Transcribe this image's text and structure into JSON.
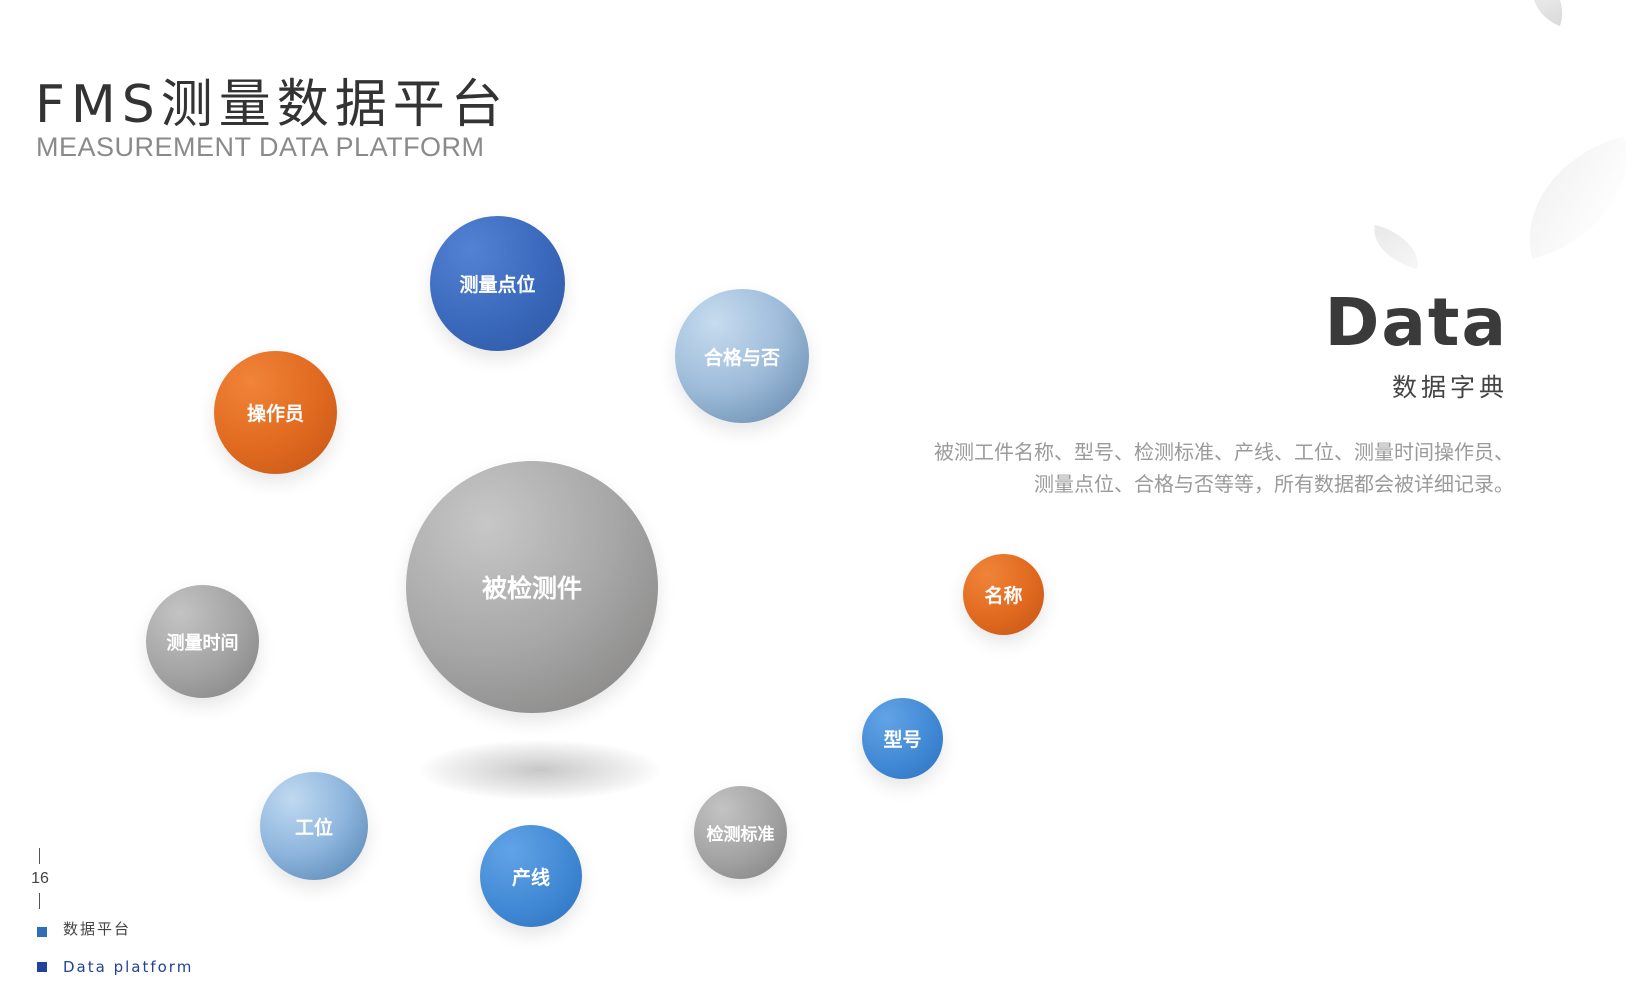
{
  "header": {
    "title": "FMS测量数据平台",
    "subtitle": "MEASUREMENT DATA PLATFORM"
  },
  "side": {
    "heading": "Data",
    "subheading": "数据字典",
    "description_line1": "被测工件名称、型号、检测标准、产线、工位、测量时间操作员、",
    "description_line2": "测量点位、合格与否等等，所有数据都会被详细记录。"
  },
  "bubbles": {
    "center": "被检测件",
    "measure_points": "测量点位",
    "qualified": "合格与否",
    "operator": "操作员",
    "measure_time": "测量时间",
    "workstation": "工位",
    "production_line": "产线",
    "inspection_standard": "检测标准",
    "name": "名称",
    "model": "型号"
  },
  "footer": {
    "page_number": "16",
    "legend_1": "数据平台",
    "legend_2": "Data platform",
    "legend_1_color": "#2f6fb8",
    "legend_2_color": "#22439a"
  }
}
